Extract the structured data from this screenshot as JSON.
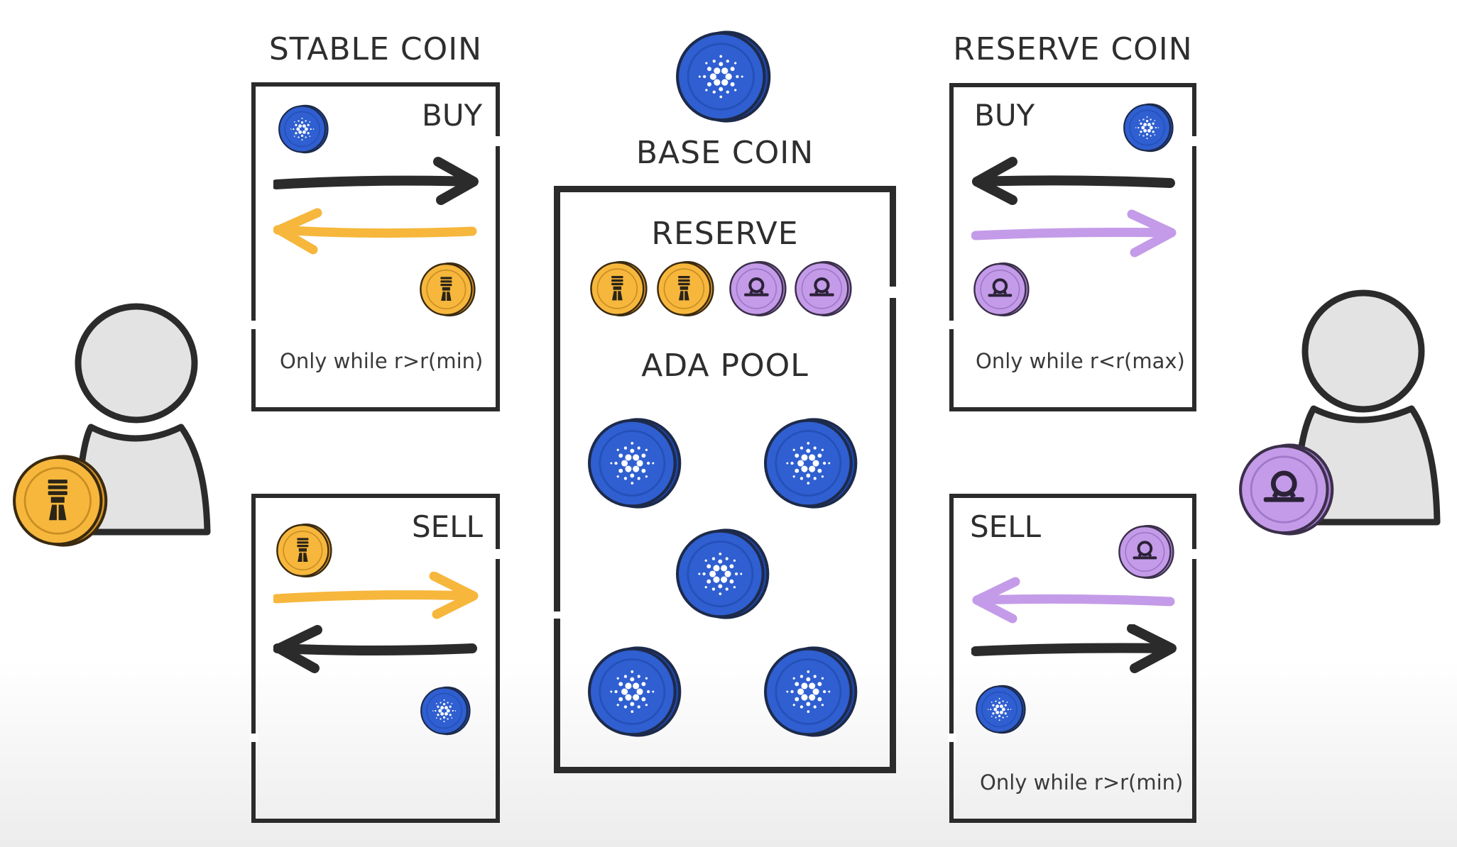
{
  "colors": {
    "ada_blue": "#2f5fd0",
    "stable_gold": "#f6b73c",
    "reserve_purple": "#c49be8",
    "outline": "#2b2b2b",
    "person_fill": "#e3e3e3"
  },
  "stable_coin": {
    "title": "STABLE COIN",
    "buy": {
      "label": "BUY",
      "note": "Only while r>r(min)",
      "top_coin": "ada-coin",
      "bottom_coin": "stable-coin"
    },
    "sell": {
      "label": "SELL",
      "note": "",
      "top_coin": "stable-coin",
      "bottom_coin": "ada-coin"
    }
  },
  "base_coin": {
    "title": "BASE COIN",
    "icon": "ada-coin",
    "reserve_label": "RESERVE",
    "reserve_coins": [
      "stable-coin",
      "stable-coin",
      "reserve-coin",
      "reserve-coin"
    ],
    "pool_label": "ADA POOL",
    "pool_coin_count": 5
  },
  "reserve_coin": {
    "title": "RESERVE COIN",
    "buy": {
      "label": "BUY",
      "note": "Only while r<r(max)",
      "top_coin": "ada-coin",
      "bottom_coin": "reserve-coin"
    },
    "sell": {
      "label": "SELL",
      "note": "Only while r>r(min)",
      "top_coin": "reserve-coin",
      "bottom_coin": "ada-coin"
    }
  },
  "users": [
    {
      "name": "stable-coin-holder",
      "holding": "stable-coin"
    },
    {
      "name": "reserve-coin-holder",
      "holding": "reserve-coin"
    }
  ]
}
